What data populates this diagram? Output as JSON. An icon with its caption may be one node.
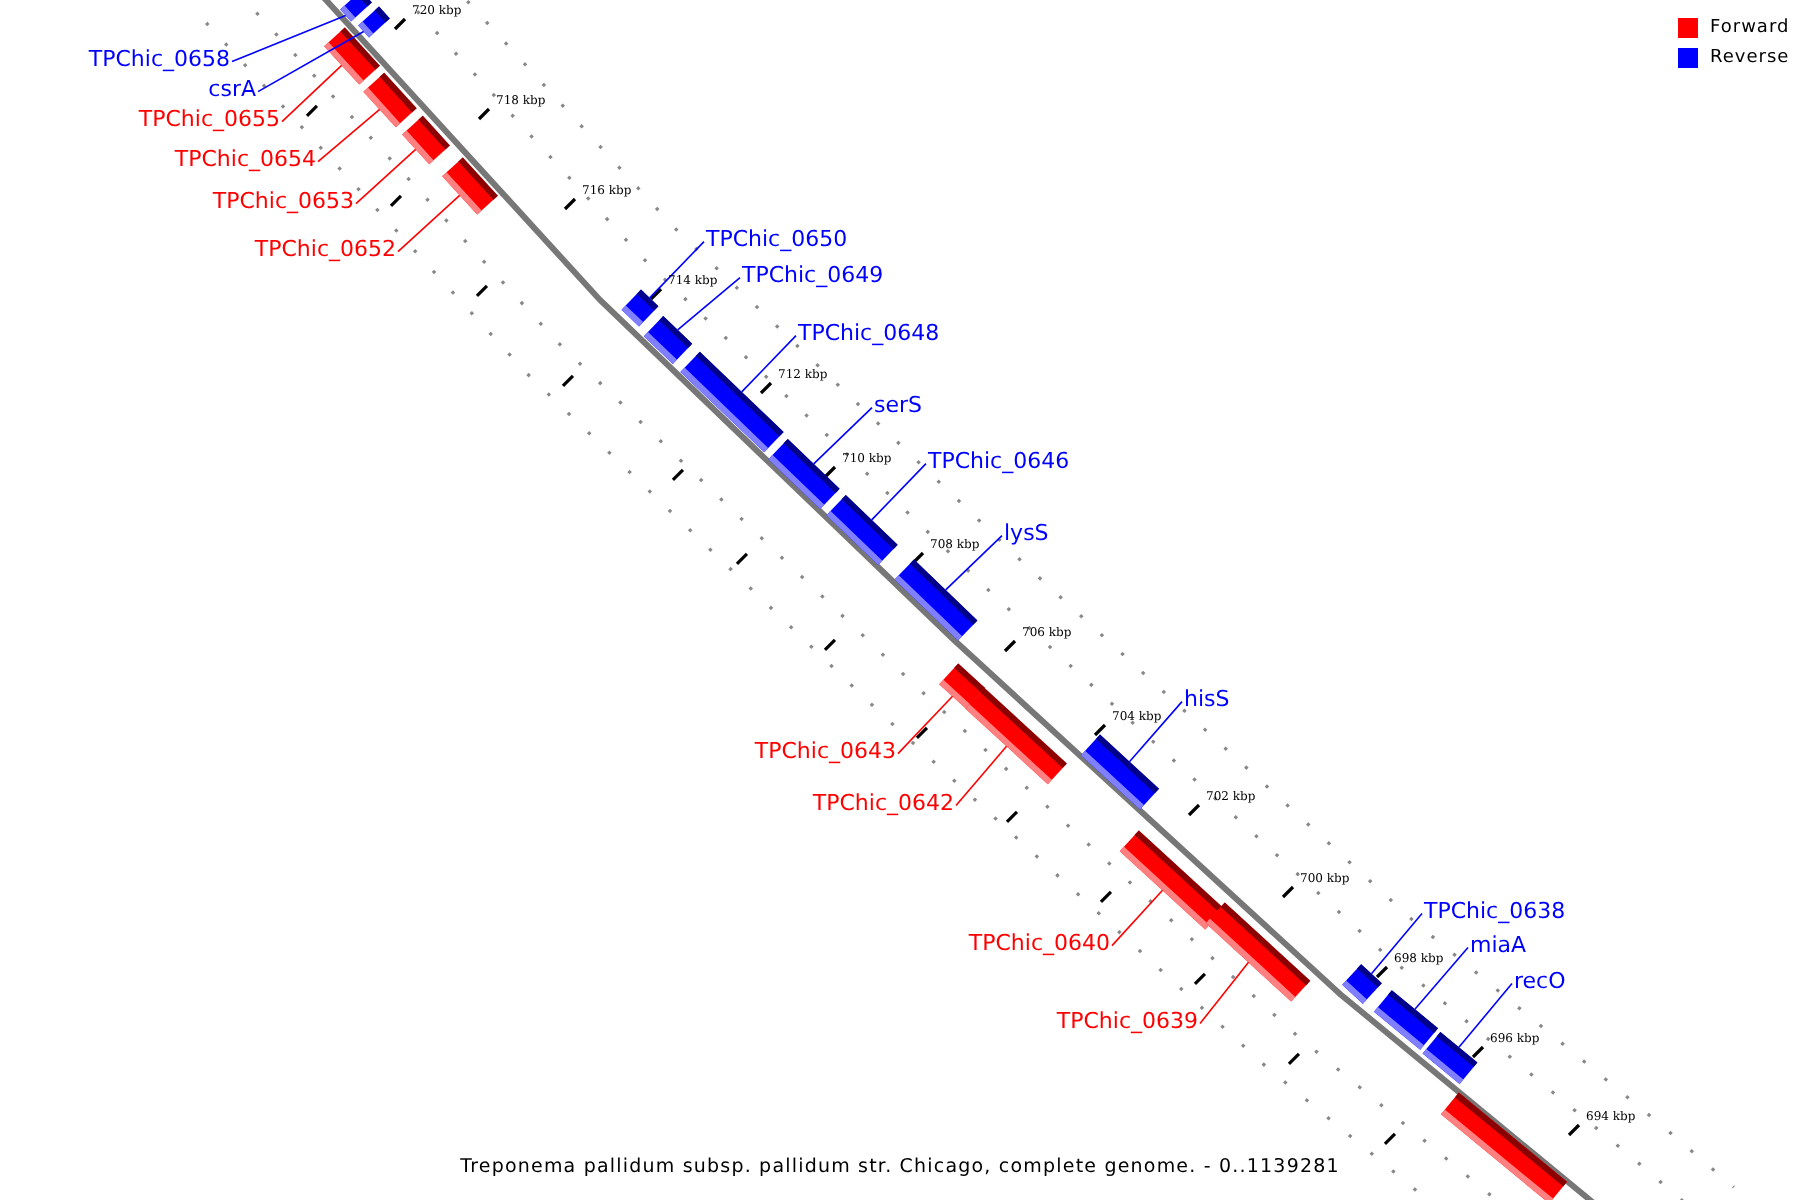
{
  "diagram": {
    "caption": "Treponema pallidum subsp. pallidum str. Chicago, complete genome. - 0..1139281",
    "nodes": [
      {
        "text": [
          "TPChic_0658"
        ]
      },
      {
        "text": [
          "csrA"
        ]
      },
      {
        "text": [
          "TPChic_0655"
        ]
      },
      {
        "text": [
          "TPChic_0654"
        ]
      },
      {
        "text": [
          "TPChic_0653"
        ]
      },
      {
        "text": [
          "TPChic_0650"
        ]
      },
      {
        "text": [
          "TPChic_0652"
        ]
      },
      {
        "text": [
          "TPChic_0649"
        ]
      },
      {
        "text": [
          "TPChic_0648"
        ]
      },
      {
        "text": [
          "serS"
        ]
      },
      {
        "text": [
          "TPChic_0646"
        ]
      },
      {
        "text": [
          "lysS"
        ]
      },
      {
        "text": [
          "hisS"
        ]
      },
      {
        "text": [
          "TPChic_0643"
        ]
      },
      {
        "text": [
          "TPChic_0642"
        ]
      },
      {
        "text": [
          "TPChic_0638"
        ]
      },
      {
        "text": [
          "TPChic_0640"
        ]
      },
      {
        "text": [
          "miaA"
        ]
      },
      {
        "text": [
          "recO"
        ]
      },
      {
        "text": [
          "TPChic_0639"
        ]
      },
      {
        "text": [],
        "shape": "bar"
      },
      {
        "text": [],
        "shape": "bar"
      },
      {
        "text": [],
        "shape": "bar"
      },
      {
        "text": [],
        "shape": "bar"
      },
      {
        "text": [],
        "shape": "bar"
      },
      {
        "text": [],
        "shape": "bar"
      },
      {
        "text": [],
        "shape": "bar"
      },
      {
        "text": [],
        "shape": "bar"
      },
      {
        "text": [],
        "shape": "bar"
      },
      {
        "text": [],
        "shape": "bar"
      },
      {
        "text": [],
        "shape": "bar"
      },
      {
        "text": [],
        "shape": "bar"
      },
      {
        "text": [],
        "shape": "bar"
      },
      {
        "text": [],
        "shape": "bar"
      },
      {
        "text": [],
        "shape": "bar"
      },
      {
        "text": [],
        "shape": "bar"
      },
      {
        "text": [],
        "shape": "bar"
      },
      {
        "text": [],
        "shape": "bar"
      },
      {
        "text": [],
        "shape": "bar"
      },
      {
        "text": [],
        "shape": "bar"
      },
      {
        "text": [],
        "shape": "bar"
      }
    ],
    "edges": [
      {
        "from": 0,
        "to": 20,
        "arrow": "none"
      },
      {
        "from": 1,
        "to": 21,
        "arrow": "none"
      },
      {
        "from": 2,
        "to": 22,
        "arrow": "none",
        "color": "#ff0000"
      },
      {
        "from": 3,
        "to": 23,
        "arrow": "none",
        "color": "#ff0000"
      },
      {
        "from": 4,
        "to": 24,
        "arrow": "none",
        "color": "#ff0000"
      },
      {
        "from": 5,
        "to": 25,
        "arrow": "none"
      },
      {
        "from": 6,
        "to": 26,
        "arrow": "none",
        "color": "#ff0000"
      },
      {
        "from": 7,
        "to": 27,
        "arrow": "none"
      },
      {
        "from": 8,
        "to": 28,
        "arrow": "none"
      },
      {
        "from": 9,
        "to": 29,
        "arrow": "none"
      },
      {
        "from": 10,
        "to": 30,
        "arrow": "none"
      },
      {
        "from": 11,
        "to": 31,
        "arrow": "none"
      },
      {
        "from": 12,
        "to": 32,
        "arrow": "none"
      },
      {
        "from": 13,
        "to": 33,
        "arrow": "none",
        "color": "#ff0000"
      },
      {
        "from": 14,
        "to": 34,
        "arrow": "none",
        "color": "#ff0000"
      },
      {
        "from": 15,
        "to": 35,
        "arrow": "none"
      },
      {
        "from": 16,
        "to": 36,
        "arrow": "none",
        "color": "#ff0000"
      },
      {
        "from": 17,
        "to": 37,
        "arrow": "none"
      },
      {
        "from": 18,
        "to": 38,
        "arrow": "none"
      },
      {
        "from": 19,
        "to": 39,
        "arrow": "none",
        "color": "#ff0000"
      }
    ],
    "labels": [
      "720 kbp",
      "718 kbp",
      "716 kbp",
      "714 kbp",
      "712 kbp",
      "710 kbp",
      "708 kbp",
      "706 kbp",
      "704 kbp",
      "702 kbp",
      "700 kbp",
      "698 kbp",
      "696 kbp",
      "694 kbp"
    ],
    "legend": [
      {
        "text": "Forward",
        "color": "#ff0000"
      },
      {
        "text": "Reverse",
        "color": "#0000ff"
      }
    ]
  }
}
